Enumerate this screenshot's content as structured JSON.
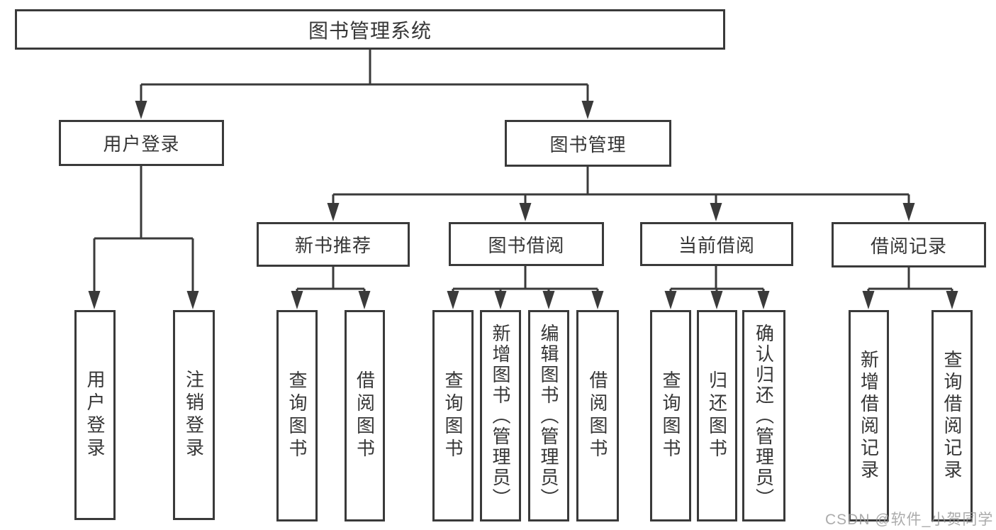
{
  "diagram": {
    "title": "图书管理系统",
    "type": "hierarchy-tree"
  },
  "nodes": {
    "root": {
      "label": "图书管理系统"
    },
    "user_login": {
      "label": "用户登录"
    },
    "book_mgmt": {
      "label": "图书管理"
    },
    "new_book_rec": {
      "label": "新书推荐"
    },
    "book_borrow": {
      "label": "图书借阅"
    },
    "current_borrow": {
      "label": "当前借阅"
    },
    "borrow_record": {
      "label": "借阅记录"
    },
    "leaf_user_login": {
      "label": "用户登录"
    },
    "leaf_logout": {
      "label": "注销登录"
    },
    "leaf_nbr_query": {
      "label": "查询图书"
    },
    "leaf_nbr_borrow": {
      "label": "借阅图书"
    },
    "leaf_bb_query": {
      "label": "查询图书"
    },
    "leaf_bb_add": {
      "label": "新增图书（管理员）"
    },
    "leaf_bb_edit": {
      "label": "编辑图书（管理员）"
    },
    "leaf_bb_borrow": {
      "label": "借阅图书"
    },
    "leaf_cb_query": {
      "label": "查询图书"
    },
    "leaf_cb_return": {
      "label": "归还图书"
    },
    "leaf_cb_confirm": {
      "label": "确认归还（管理员）"
    },
    "leaf_br_add": {
      "label": "新增借阅记录"
    },
    "leaf_br_query": {
      "label": "查询借阅记录"
    }
  },
  "hierarchy": {
    "图书管理系统": {
      "用户登录": [
        "用户登录",
        "注销登录"
      ],
      "图书管理": {
        "新书推荐": [
          "查询图书",
          "借阅图书"
        ],
        "图书借阅": [
          "查询图书",
          "新增图书（管理员）",
          "编辑图书（管理员）",
          "借阅图书"
        ],
        "当前借阅": [
          "查询图书",
          "归还图书",
          "确认归还（管理员）"
        ],
        "借阅记录": [
          "新增借阅记录",
          "查询借阅记录"
        ]
      }
    }
  },
  "colors": {
    "line": "#3a3a3a",
    "text": "#363636",
    "box_background": "#ffffff",
    "watermark": "rgba(150,150,150,0.8)"
  },
  "watermark": {
    "text": "CSDN @软件_小贺同学"
  }
}
